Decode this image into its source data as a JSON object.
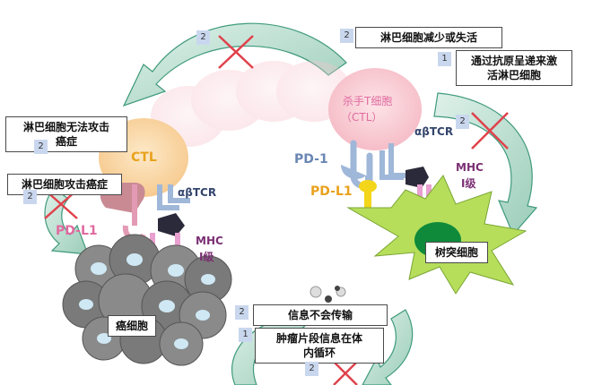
{
  "labels": {
    "ctl_left": "CTL",
    "ctl_right_line1": "杀手T细胞",
    "ctl_right_line2": "（CTL）",
    "pd1": "PD-1",
    "pdl1_right": "PD-L1",
    "pdl1_left": "PD-L1",
    "abtcr_left": "αβTCR",
    "abtcr_right": "αβTCR",
    "mhc_left_line1": "MHC",
    "mhc_left_line2": "I级",
    "mhc_right_line1": "MHC",
    "mhc_right_line2": "I级",
    "dendritic": "树突细胞",
    "cancer": "癌细胞"
  },
  "callouts": {
    "reduce": "淋巴细胞减少或失活",
    "activate_line1": "通过抗原呈递来激",
    "activate_line2": "活淋巴细胞",
    "cannot_attack_line1": "淋巴细胞无法攻击",
    "cannot_attack_line2": "癌症",
    "attack": "淋巴细胞攻击癌症",
    "no_signal": "信息不会传输",
    "circulate_line1": "肿瘤片段信息在体",
    "circulate_line2": "内循环"
  },
  "badges": {
    "b_top_left": "2",
    "b_reduce": "2",
    "b_activate": "1",
    "b_right_x": "2",
    "b_cannot": "2",
    "b_attack": "2",
    "b_no_signal": "2",
    "b_circulate": "1",
    "b_bottom": "2"
  },
  "colors": {
    "arrow": "#a9d6c6",
    "arrow_outline": "#3f9a7c",
    "cross": "#e0424c",
    "ctl_orange": "#fbd8a8",
    "ctl_pink": "#f7c2cc",
    "dendritic": "#b6de5b",
    "dendritic_nucleus": "#0e8a3a",
    "tcr_blue": "#9fb7d8",
    "mhc_pink": "#e8a0d0",
    "pdl1_yellow": "#f3d51a",
    "pdl1_pink": "#e39ab4",
    "cancer_gray": "#7c7c7c",
    "label_blue": "#34456d",
    "label_purple": "#7b2f73",
    "label_pink": "#e06ba0",
    "label_orange": "#e9a11c"
  }
}
